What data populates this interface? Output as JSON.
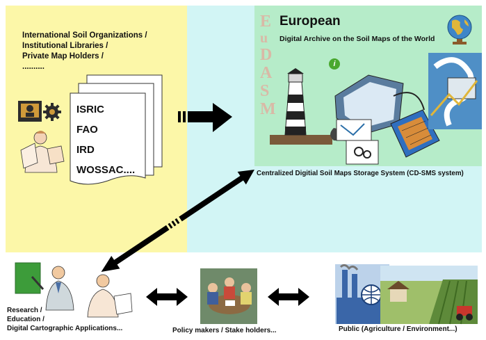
{
  "source_panel": {
    "heading_lines": [
      "International Soil Organizations /",
      "Institutional Libraries /",
      "Private Map Holders /",
      ".........."
    ],
    "organizations": [
      "ISRIC",
      "FAO",
      "IRD",
      "WOSSAC...."
    ]
  },
  "archive": {
    "vertical_letters": [
      "E",
      "u",
      "D",
      "A",
      "S",
      "M"
    ],
    "title": "European",
    "subtitle": "Digital Archive on the Soil Maps of the World",
    "info_badge": "i",
    "caption": "Centralized Digitial Soil Maps Storage System (CD-SMS system)"
  },
  "users": {
    "research_lines": [
      "Research /",
      "Education /",
      "Digital Cartographic Applications..."
    ],
    "policy": "Policy makers / Stake holders...",
    "public": "Public (Agriculture / Environment...)"
  },
  "colors": {
    "source_bg": "#fcf7a8",
    "system_bg": "#d2f5f5",
    "archive_bg": "#b6ecc9",
    "arrow": "#000000"
  },
  "icons": [
    "computer-icon",
    "gear-icon",
    "person-with-map-icon",
    "documents-icon",
    "lighthouse-icon",
    "globe-icon",
    "satellite-icon",
    "teacher-icon",
    "meeting-icon",
    "factory-icon",
    "farm-icon"
  ]
}
